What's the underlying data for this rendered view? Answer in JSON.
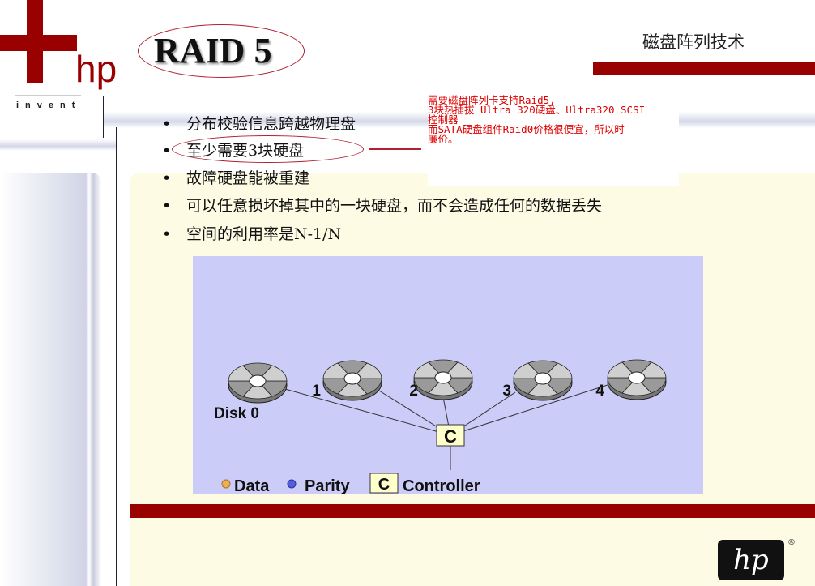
{
  "logo": {
    "brand": "hp",
    "tagline": "invent"
  },
  "slide": {
    "title": "RAID 5",
    "header": "磁盘阵列技术"
  },
  "bullets": [
    "分布校验信息跨越物理盘",
    "至少需要3块硬盘",
    "故障硬盘能被重建",
    "可以任意损坏掉其中的一块硬盘，而不会造成任何的数据丢失",
    "空间的利用率是N-1/N"
  ],
  "note": [
    "需要磁盘阵列卡支持Raid5,",
    "3块热插拔 Ultra 320硬盘、Ultra320 SCSI",
    "控制器",
    "而SATA硬盘组件Raid0价格很便宜，所以时",
    "廉价。"
  ],
  "diagram": {
    "disks": [
      "Disk 0",
      "1",
      "2",
      "3",
      "4"
    ],
    "controller": "C",
    "legend": {
      "data": "Data",
      "parity": "Parity",
      "controller_symbol": "C",
      "controller": "Controller"
    }
  },
  "colors": {
    "brand_red": "#990000",
    "note_red": "#e00000",
    "diagram_bg": "#ccccf8"
  }
}
